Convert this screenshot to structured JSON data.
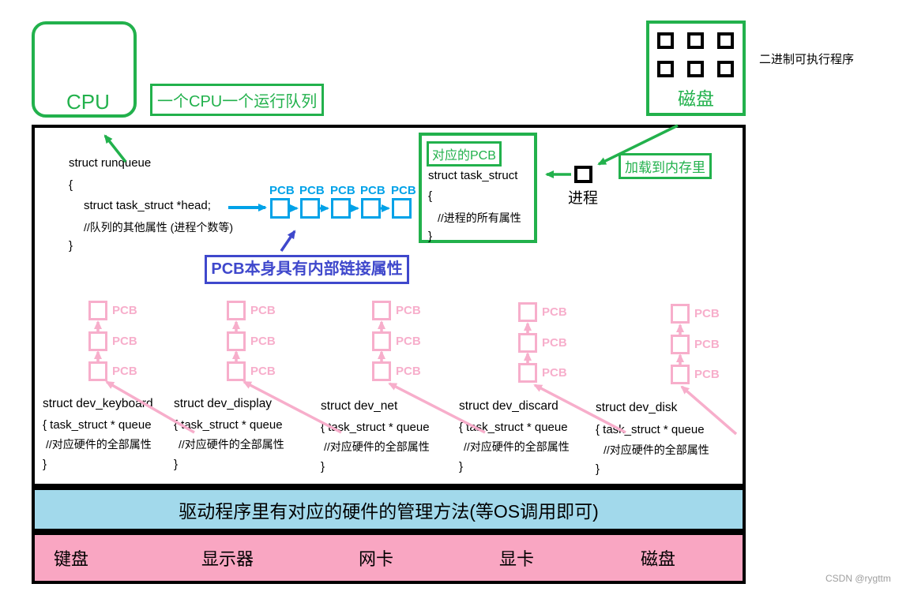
{
  "colors": {
    "green": "#22B14C",
    "cyan": "#00A2E8",
    "indigo": "#3F48CC",
    "pink_element": "#F7AECB",
    "pink_bar_bg": "#F9A6C2",
    "driver_bar_bg": "#A2D9EB",
    "black": "#000000"
  },
  "cpu": {
    "label": "CPU"
  },
  "notes": {
    "runqueue_note": "一个CPU一个运行队列",
    "binary_label": "二进制可执行程序",
    "pcb_link_note": "PCB本身具有内部链接属性",
    "load_note": "加载到内存里"
  },
  "disk": {
    "label": "磁盘"
  },
  "labels": {
    "pcb": "PCB",
    "process": "进程"
  },
  "runqueue_code": {
    "l1": "struct runqueue",
    "l2": "{",
    "l3": "struct task_struct *head;",
    "l4": "//队列的其他属性 (进程个数等)",
    "l5": "}"
  },
  "task_struct_box": {
    "tag": "对应的PCB",
    "l1": "struct task_struct",
    "l2": "{",
    "l3": "//进程的所有属性",
    "l4": "}"
  },
  "devices": [
    {
      "title": "struct dev_keyboard",
      "open": "{ task_struct * queue",
      "comment": "//对应硬件的全部属性",
      "close": "}"
    },
    {
      "title": "struct dev_display",
      "open": "{ task_struct * queue",
      "comment": "//对应硬件的全部属性",
      "close": "}"
    },
    {
      "title": "struct  dev_net",
      "open": "{ task_struct * queue",
      "comment": "//对应硬件的全部属性",
      "close": "}"
    },
    {
      "title": "struct  dev_discard",
      "open": "{ task_struct * queue",
      "comment": "//对应硬件的全部属性",
      "close": "}"
    },
    {
      "title": "struct  dev_disk",
      "open": "{ task_struct * queue",
      "comment": "//对应硬件的全部属性",
      "close": "}"
    }
  ],
  "driver_bar": {
    "text": "驱动程序里有对应的硬件的管理方法(等OS调用即可)"
  },
  "hardware_bar": [
    "键盘",
    "显示器",
    "网卡",
    "显卡",
    "磁盘"
  ],
  "watermark": "CSDN @rygttm"
}
